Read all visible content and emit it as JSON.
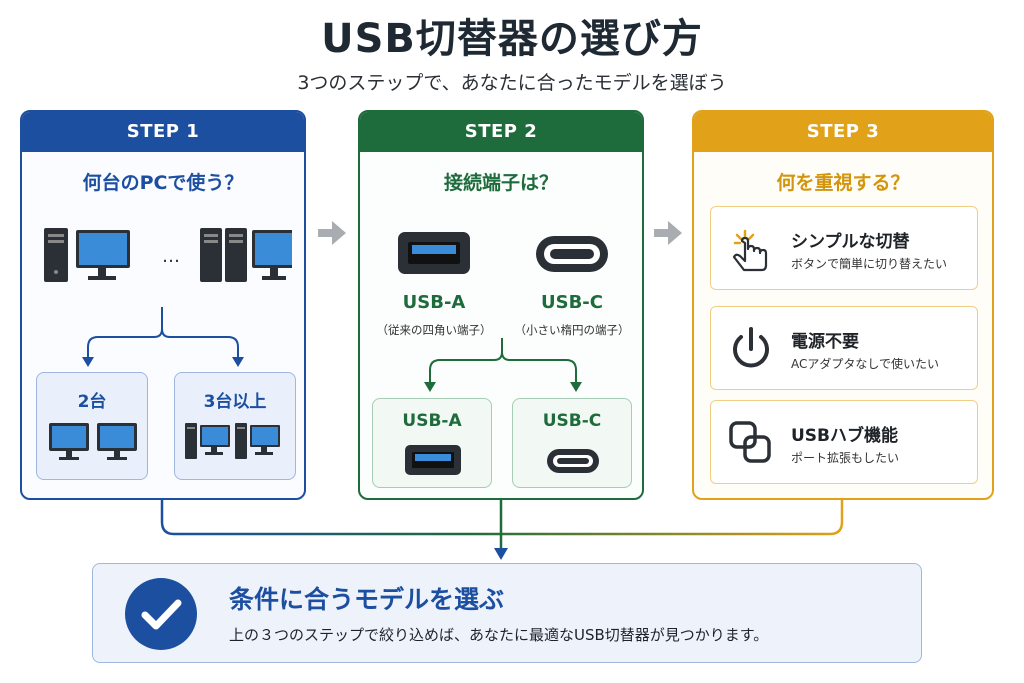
{
  "title": "USB切替器の選び方",
  "subtitle": "3つのステップで、あなたに合ったモデルを選ぼう",
  "colors": {
    "step1": "#1d4fa1",
    "step2": "#1e6b3c",
    "step3": "#e1a118"
  },
  "step1": {
    "header": "STEP 1",
    "question": "何台のPCで使う？",
    "ellipsis": "…",
    "options": [
      {
        "label": "2台",
        "icon": "two-monitors-icon"
      },
      {
        "label": "3台以上",
        "icon": "multiple-pcs-icon"
      }
    ]
  },
  "step2": {
    "header": "STEP 2",
    "question": "接続端子は？",
    "ports": [
      {
        "name": "USB-A",
        "desc": "（従来の四角い端子）",
        "icon": "usb-a-port-icon"
      },
      {
        "name": "USB-C",
        "desc": "（小さい楕円の端子）",
        "icon": "usb-c-port-icon"
      }
    ],
    "options": [
      {
        "label": "USB-A",
        "icon": "usb-a-port-icon"
      },
      {
        "label": "USB-C",
        "icon": "usb-c-port-icon"
      }
    ]
  },
  "step3": {
    "header": "STEP 3",
    "question": "何を重視する？",
    "options": [
      {
        "title": "シンプルな切替",
        "desc": "ボタンで簡単に切り替えたい",
        "icon": "tap-finger-icon"
      },
      {
        "title": "電源不要",
        "desc": "ACアダプタなしで使いたい",
        "icon": "power-icon"
      },
      {
        "title": "USBハブ機能",
        "desc": "ポート拡張もしたい",
        "icon": "hub-squares-icon"
      }
    ]
  },
  "result": {
    "title": "条件に合うモデルを選ぶ",
    "desc": "上の３つのステップで絞り込めば、あなたに最適なUSB切替器が見つかります。",
    "icon": "checkmark-icon"
  }
}
